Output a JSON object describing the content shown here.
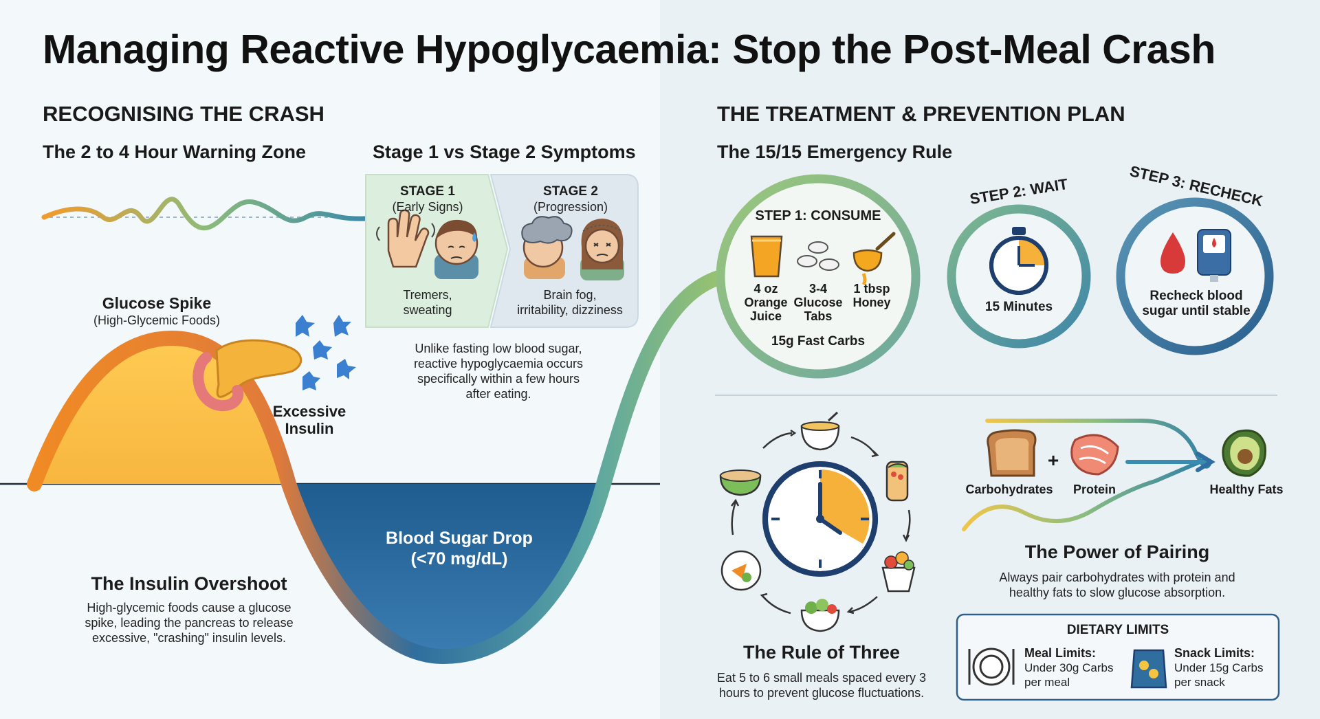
{
  "title": "Managing Reactive Hypoglycaemia: Stop the Post-Meal Crash",
  "left": {
    "section": "RECOGNISING THE CRASH",
    "warning_zone": "The 2 to 4 Hour Warning Zone",
    "symptoms_title": "Stage 1 vs Stage 2 Symptoms",
    "stage1": {
      "title": "STAGE 1",
      "sub": "(Early Signs)",
      "desc1": "Tremers,",
      "desc2": "sweating"
    },
    "stage2": {
      "title": "STAGE 2",
      "sub": "(Progression)",
      "desc1": "Brain fog,",
      "desc2": "irritability, dizziness"
    },
    "fasting_note": [
      "Unlike fasting low blood sugar,",
      "reactive hypoglycaemia occurs",
      "specifically within a few hours",
      "after eating."
    ],
    "glucose_spike": {
      "title": "Glucose Spike",
      "sub": "(High-Glycemic Foods)"
    },
    "excessive_insulin": [
      "Excessive",
      "Insulin"
    ],
    "blood_sugar_drop": [
      "Blood Sugar Drop",
      "(<70 mg/dL)"
    ],
    "overshoot": {
      "title": "The Insulin Overshoot",
      "lines": [
        "High-glycemic foods cause a glucose",
        "spike, leading the pancreas to release",
        "excessive, \"crashing\" insulin levels."
      ]
    }
  },
  "right": {
    "section": "THE TREATMENT & PREVENTION PLAN",
    "rule_title": "The 15/15 Emergency Rule",
    "step1": {
      "title": "STEP 1: CONSUME",
      "items": [
        {
          "l1": "4 oz",
          "l2": "Orange",
          "l3": "Juice"
        },
        {
          "l1": "3-4",
          "l2": "Glucose",
          "l3": "Tabs"
        },
        {
          "l1": "1 tbsp",
          "l2": "Honey",
          "l3": ""
        }
      ],
      "footer": "15g Fast Carbs"
    },
    "step2": {
      "title": "STEP 2: WAIT",
      "label": "15 Minutes"
    },
    "step3": {
      "title": "STEP 3: RECHECK",
      "label1": "Recheck blood",
      "label2": "sugar until stable"
    },
    "rule_of_three": {
      "title": "The Rule of Three",
      "lines": [
        "Eat 5 to 6 small meals spaced every 3",
        "hours to prevent glucose fluctuations."
      ]
    },
    "pairing": {
      "carbs": "Carbohydrates",
      "plus": "+",
      "protein": "Protein",
      "fats": "Healthy Fats",
      "title": "The Power of Pairing",
      "lines": [
        "Always pair carbohydrates with protein and",
        "healthy fats to slow glucose absorption."
      ]
    },
    "limits": {
      "title": "DIETARY LIMITS",
      "meal": {
        "title": "Meal Limits:",
        "l1": "Under 30g Carbs",
        "l2": "per meal"
      },
      "snack": {
        "title": "Snack Limits:",
        "l1": "Under 15g Carbs",
        "l2": "per snack"
      }
    }
  },
  "colors": {
    "orange": "#f39a2b",
    "blue": "#2f6e9e",
    "green": "#7db36b",
    "teal": "#3c8aa8",
    "navy": "#1e3f6e"
  }
}
